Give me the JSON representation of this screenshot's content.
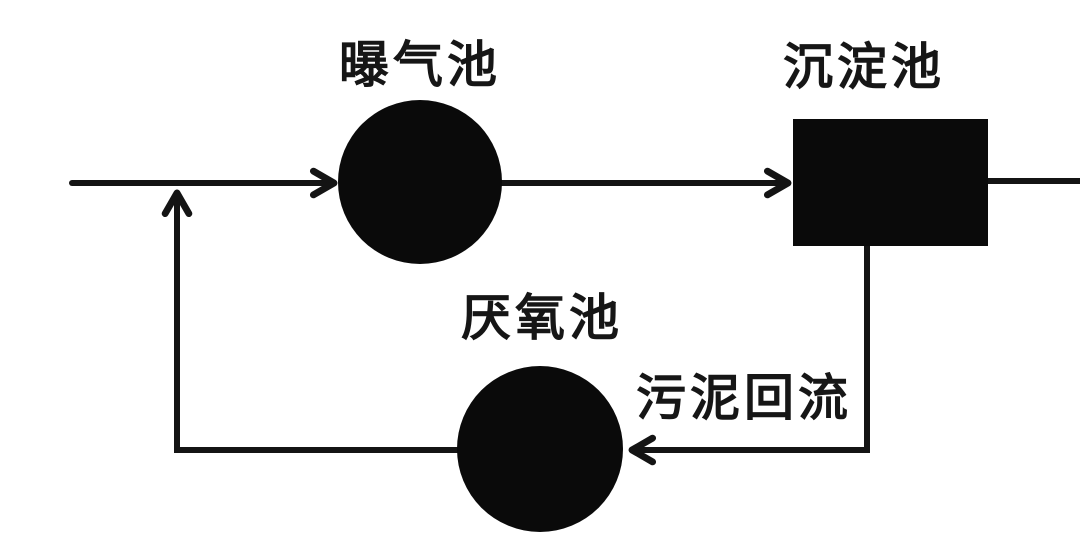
{
  "diagram": {
    "nodes": [
      {
        "id": "aeration-tank",
        "label": "曝气池",
        "shape": "circle"
      },
      {
        "id": "sedimentation-tank",
        "label": "沉淀池",
        "shape": "rect"
      },
      {
        "id": "anaerobic-tank",
        "label": "厌氧池",
        "shape": "circle"
      }
    ],
    "edges": [
      {
        "from": "inlet",
        "to": "aeration-tank",
        "label": ""
      },
      {
        "from": "aeration-tank",
        "to": "sedimentation-tank",
        "label": ""
      },
      {
        "from": "sedimentation-tank",
        "to": "outlet",
        "label": ""
      },
      {
        "from": "sedimentation-tank",
        "to": "anaerobic-tank",
        "label": "污泥回流"
      },
      {
        "from": "anaerobic-tank",
        "to": "inlet",
        "label": ""
      }
    ],
    "colors": {
      "background": "#ffffff",
      "shape": "#0a0a0a",
      "line": "#141414",
      "text": "#161616"
    }
  }
}
